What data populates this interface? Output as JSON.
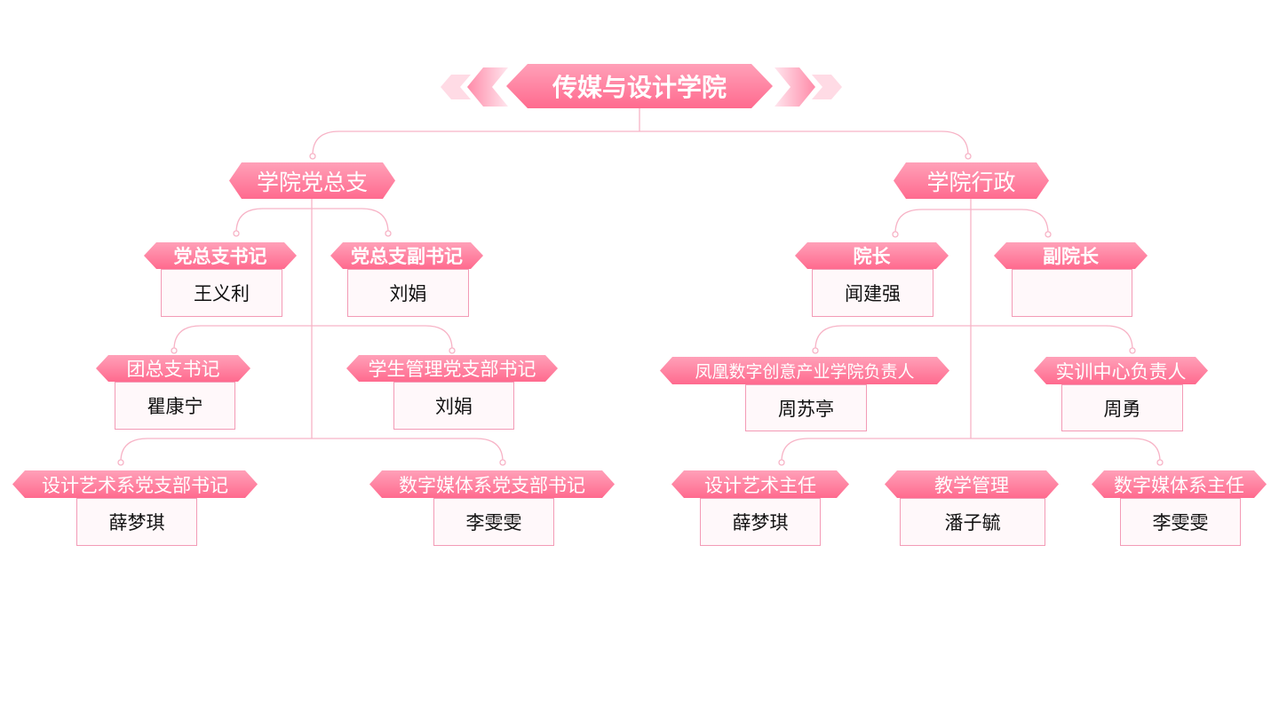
{
  "title": "传媒与设计学院",
  "branches": [
    {
      "label": "学院党总支",
      "nodes": [
        {
          "label": "党总支书记",
          "name": "王义利"
        },
        {
          "label": "党总支副书记",
          "name": "刘娟"
        },
        {
          "label": "团总支书记",
          "name": "瞿康宁"
        },
        {
          "label": "学生管理党支部书记",
          "name": "刘娟"
        },
        {
          "label": "设计艺术系党支部书记",
          "name": "薛梦琪"
        },
        {
          "label": "数字媒体系党支部书记",
          "name": "李雯雯"
        }
      ]
    },
    {
      "label": "学院行政",
      "nodes": [
        {
          "label": "院长",
          "name": "闻建强"
        },
        {
          "label": "副院长",
          "name": ""
        },
        {
          "label": "凤凰数字创意产业学院负责人",
          "name": "周苏亭"
        },
        {
          "label": "实训中心负责人",
          "name": "周勇"
        },
        {
          "label": "设计艺术主任",
          "name": "薛梦琪"
        },
        {
          "label": "教学管理",
          "name": "潘子毓"
        },
        {
          "label": "数字媒体系主任",
          "name": "李雯雯"
        }
      ]
    }
  ],
  "colors": {
    "accent": "#ff6a8e",
    "line": "#f7b3c6"
  }
}
